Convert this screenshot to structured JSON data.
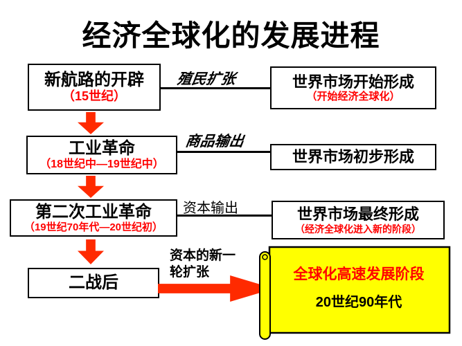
{
  "title": "经济全球化的发展进程",
  "rows": [
    {
      "left_main": "新航路的开辟",
      "left_sub": "（15世纪）",
      "middle_label": "殖民扩张",
      "right_main": "世界市场开始形成",
      "right_sub": "（开始经济全球化）"
    },
    {
      "left_main": "工业革命",
      "left_sub": "（18世纪中—19世纪中）",
      "middle_label": "商品输出",
      "right_main": "世界市场初步形成"
    },
    {
      "left_main": "第二次工业革命",
      "left_sub": "（19世纪70年代—20世纪初）",
      "middle_label": "资本输出",
      "right_main": "世界市场最终形成",
      "right_sub": "（经济全球化进入新的阶段）"
    },
    {
      "left_main": "二战后",
      "middle_label": "资本的新一轮扩张",
      "banner_main": "全球化高速发展阶段",
      "banner_sub": "20世纪90年代"
    }
  ],
  "icons": {
    "down_arrow": "red filled downward arrow",
    "right_arrow": "red filled rightward arrow",
    "scroll": "yellow vertical scroll shape"
  },
  "colors": {
    "background": "#FFFFFF",
    "text_black": "#000000",
    "accent_red": "#FF0000",
    "arrow_red": "#FF2A00",
    "banner_yellow": "#FFFF00",
    "border_black": "#000000"
  }
}
